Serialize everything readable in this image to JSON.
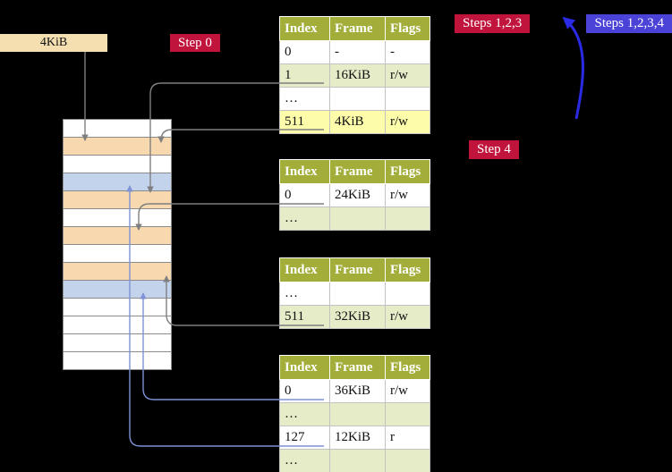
{
  "register": {
    "value": "4KiB"
  },
  "annotations": {
    "step0": "Step 0",
    "steps123": "Steps 1,2,3",
    "steps1234": "Steps 1,2,3,4",
    "step4": "Step 4"
  },
  "page_tables": {
    "headers": [
      "Index",
      "Frame",
      "Flags"
    ],
    "level_top": {
      "rows": [
        [
          "0",
          "-",
          "-"
        ],
        [
          "1",
          "16KiB",
          "r/w"
        ],
        [
          "…",
          "",
          ""
        ],
        [
          "511",
          "4KiB",
          "r/w"
        ]
      ]
    },
    "level_mid1": {
      "rows": [
        [
          "0",
          "24KiB",
          "r/w"
        ],
        [
          "…",
          "",
          ""
        ]
      ]
    },
    "level_mid2": {
      "rows": [
        [
          "…",
          "",
          ""
        ],
        [
          "511",
          "32KiB",
          "r/w"
        ]
      ]
    },
    "level_bottom": {
      "rows": [
        [
          "0",
          "36KiB",
          "r/w"
        ],
        [
          "…",
          "",
          ""
        ],
        [
          "127",
          "12KiB",
          "r"
        ],
        [
          "…",
          "",
          ""
        ]
      ]
    }
  },
  "memory": {
    "frames": [
      "empty",
      "table",
      "empty",
      "page",
      "table",
      "empty",
      "table",
      "empty",
      "table",
      "page",
      "empty",
      "empty",
      "empty",
      "empty"
    ]
  },
  "colors": {
    "header-olive": "#a3ae3a",
    "row-alt": "#e6ebc8",
    "row-highlight": "#fcfcaa",
    "frame-table": "#f8d8ae",
    "frame-page": "#c3d3ec",
    "register-bg": "#f5dfb0",
    "crimson": "#c0143c",
    "blue-label": "#4b42d8",
    "arrow-gray": "#7f7f7f",
    "arrow-blue-light": "#7e92d5",
    "arrow-blue-strong": "#2b2be6"
  }
}
